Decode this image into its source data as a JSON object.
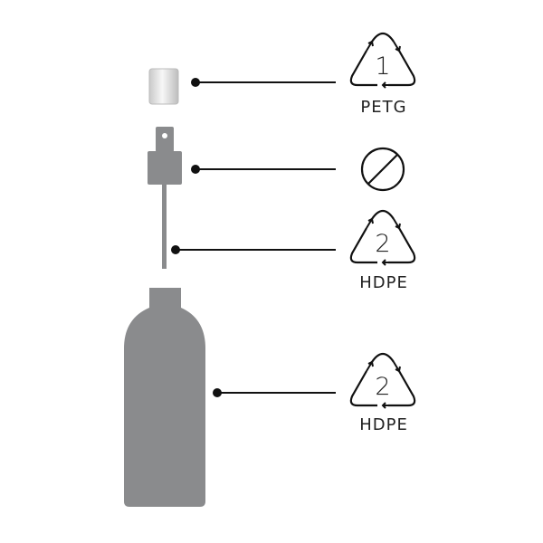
{
  "colors": {
    "part": "#8a8b8d",
    "line": "#111111",
    "cap_light": "#e6e6e6"
  },
  "parts": [
    {
      "name": "cap",
      "code": "1",
      "material": "PETG"
    },
    {
      "name": "pump",
      "symbol": "not-recyclable"
    },
    {
      "name": "dip-tube",
      "code": "2",
      "material": "HDPE"
    },
    {
      "name": "bottle",
      "code": "2",
      "material": "HDPE"
    }
  ]
}
